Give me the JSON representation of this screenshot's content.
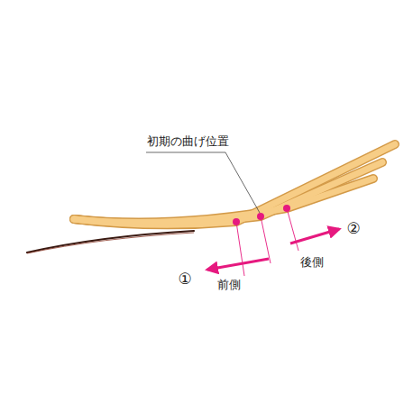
{
  "diagram": {
    "labels": [
      "初期の曲げ位置",
      "①",
      "前側",
      "後側",
      "②"
    ]
  }
}
